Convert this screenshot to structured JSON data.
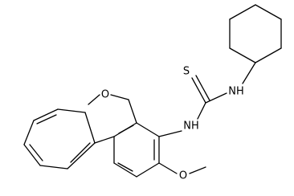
{
  "molecule": {
    "atoms": {
      "oxygen_ring": "O",
      "oxygen_methoxy": "O",
      "sulfur": "S",
      "nitrogen_cyclohexyl": "NH",
      "nitrogen_aryl": "NH"
    }
  },
  "colors": {
    "bond": "#000000",
    "background": "#ffffff"
  }
}
